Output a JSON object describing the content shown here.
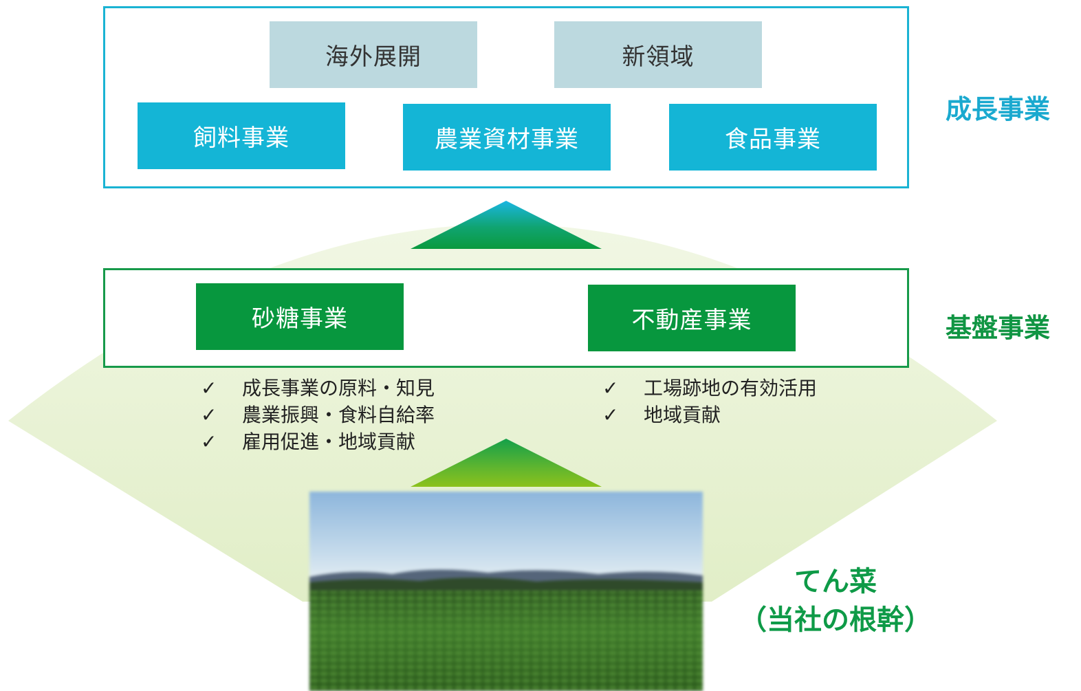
{
  "growth_section": {
    "label": "成長事業",
    "top_row": [
      "海外展開",
      "新領域"
    ],
    "bottom_row": [
      "飼料事業",
      "農業資材事業",
      "食品事業"
    ]
  },
  "base_section": {
    "label": "基盤事業",
    "businesses": [
      {
        "name": "砂糖事業",
        "benefits": [
          "成長事業の原料・知見",
          "農業振興・食料自給率",
          "雇用促進・地域貢献"
        ]
      },
      {
        "name": "不動産事業",
        "benefits": [
          "工場跡地の有効活用",
          "地域貢献"
        ]
      }
    ]
  },
  "check_mark": "✓",
  "foundation": {
    "line1": "てん菜",
    "line2": "（当社の根幹）"
  },
  "colors": {
    "growth_accent": "#14b5d6",
    "base_accent": "#07973e",
    "new_area_grey": "#bcd9df",
    "fan_light_green": "#e3efc9"
  },
  "icons": {
    "check": "check-icon",
    "arrow_growth": "triangle-up-icon",
    "arrow_base": "triangle-up-icon"
  }
}
